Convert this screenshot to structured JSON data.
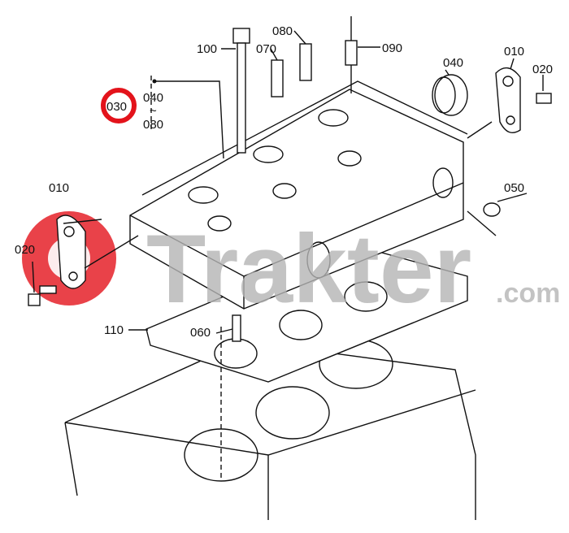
{
  "diagram": {
    "title": "Cylinder head parts diagram",
    "highlight_color": "#e3131b",
    "watermark": {
      "brand": "Trakter",
      "suffix": ".com",
      "color": "#e3131b"
    },
    "labels": {
      "p100": "100",
      "p080": "080",
      "p070": "070",
      "p090": "090",
      "p040": "040",
      "p010_right": "010",
      "p020_right": "020",
      "p030": "030",
      "range_from": "040",
      "range_sep": "~",
      "range_to": "080",
      "p010_left": "010",
      "p020_left": "020",
      "p050": "050",
      "p110": "110",
      "p060": "060"
    }
  }
}
